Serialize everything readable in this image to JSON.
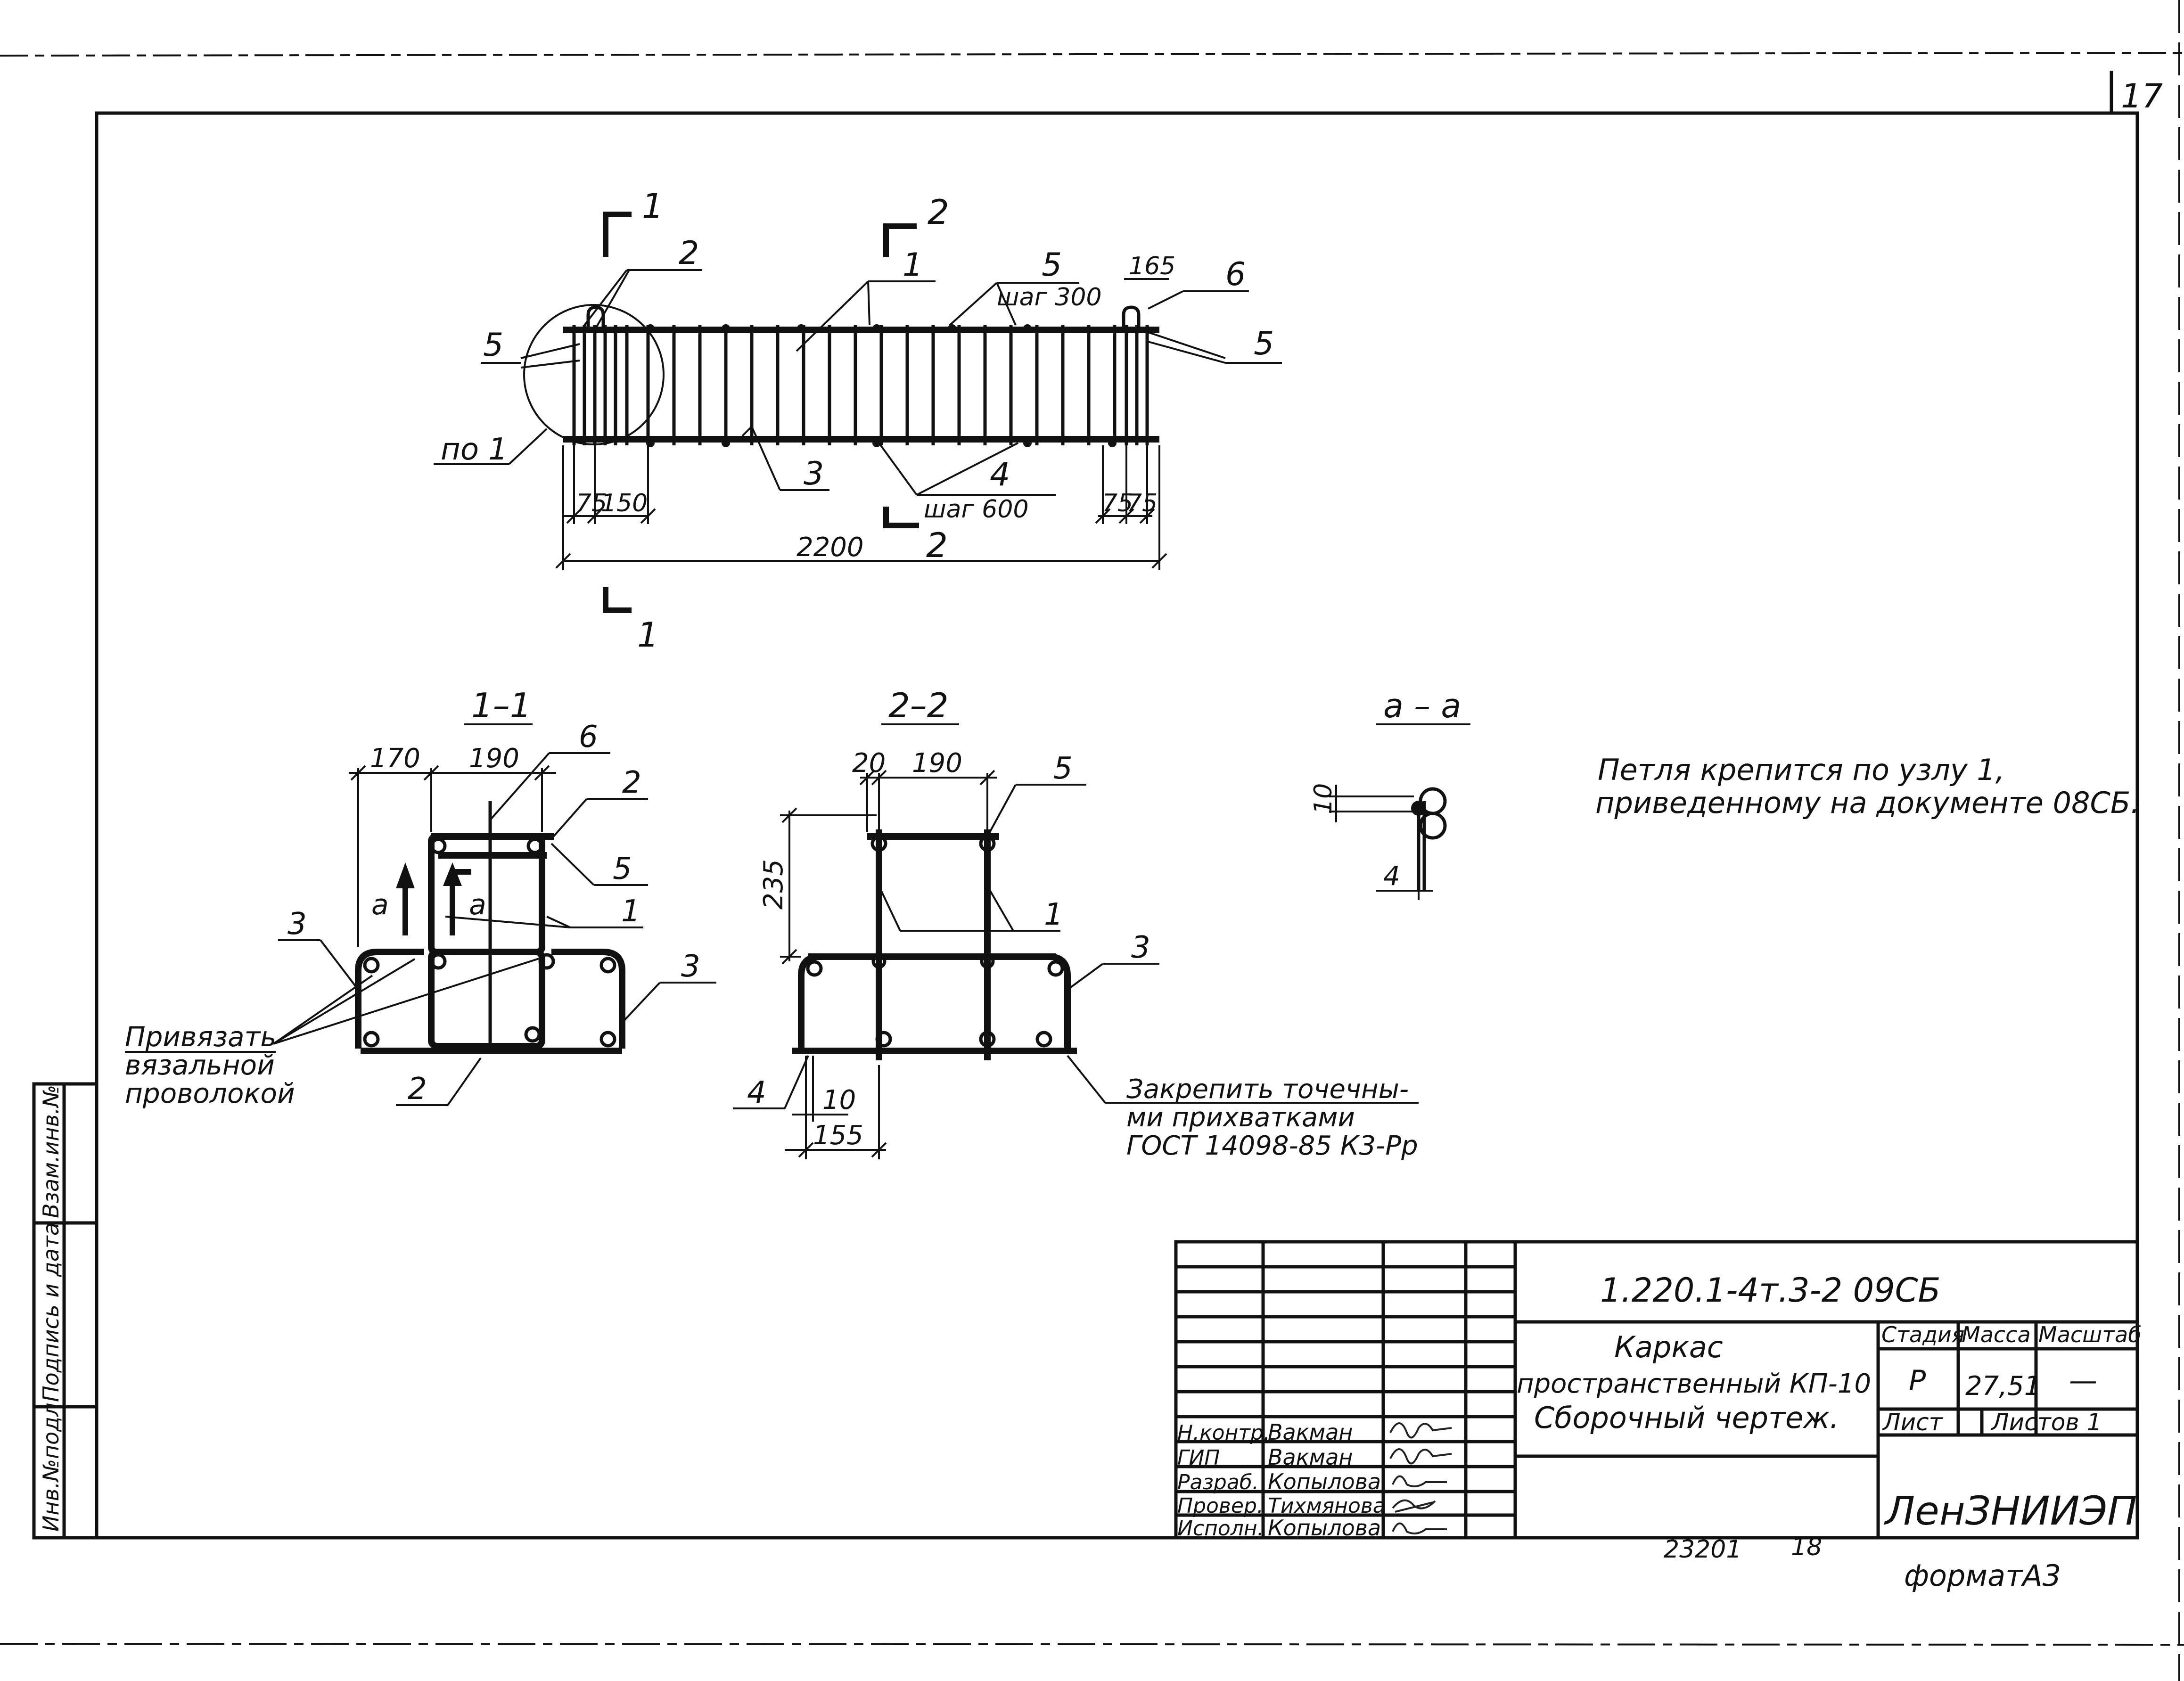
{
  "sheet": {
    "page_number": "17",
    "archive_number": "23201",
    "copy_number": "18",
    "format": "форматА3"
  },
  "plan_view": {
    "section_mark_1": "1",
    "section_mark_2": "2",
    "callout_1": "1",
    "callout_2": "2",
    "callout_3": "3",
    "callout_4": "4",
    "callout_5": "5",
    "callout_6": "6",
    "pitch_top": "шаг 300",
    "pitch_bottom": "шаг 600",
    "node_label": "по 1",
    "dim_165": "165",
    "dim_75": "75",
    "dim_150": "150",
    "dim_75b": "75",
    "dim_75c": "75",
    "dim_total": "2200"
  },
  "section_1_1": {
    "title": "1–1",
    "dim_170": "170",
    "dim_190": "190",
    "callout_6": "6",
    "callout_2": "2",
    "callout_5": "5",
    "callout_1": "1",
    "callout_3_left": "3",
    "callout_3_right": "3",
    "callout_2_bottom": "2",
    "view_mark": "а",
    "note": [
      "Привязать",
      "вязальной",
      "проволокой"
    ]
  },
  "section_2_2": {
    "title": "2–2",
    "dim_20": "20",
    "dim_190": "190",
    "dim_235": "235",
    "dim_10": "10",
    "dim_155": "155",
    "callout_5": "5",
    "callout_1": "1",
    "callout_3": "3",
    "callout_4": "4",
    "note": [
      "Закрепить точечны-",
      "ми прихватками",
      "ГОСТ 14098-85 К3-Рр"
    ]
  },
  "section_a_a": {
    "title": "а – а",
    "dim_10": "10",
    "dim_4": "4"
  },
  "general_note": [
    "Петля крепится по узлу 1,",
    "приведенному на документе 08СБ."
  ],
  "side_stamp": {
    "cells": [
      "Инв.№подл.",
      "Подпись и дата",
      "Взам.инв.№"
    ]
  },
  "title_block": {
    "document_code": "1.220.1-4т.3-2 09СБ",
    "title_lines": [
      "Каркас",
      "пространственный КП-10",
      "Сборочный чертеж."
    ],
    "headers": {
      "stage": "Стадия",
      "mass": "Масса",
      "scale": "Масштаб"
    },
    "stage_value": "Р",
    "mass_value": "27,51",
    "scale_value": "—",
    "sheet_label": "Лист",
    "sheets_label": "Листов 1",
    "organization": "ЛенЗНИИЭП",
    "signatories": [
      {
        "role": "Н.контр.",
        "name": "Вакман"
      },
      {
        "role": "ГИП",
        "name": "Вакман"
      },
      {
        "role": "Разраб.",
        "name": "Копылова"
      },
      {
        "role": "Провер.",
        "name": "Тихмянова"
      },
      {
        "role": "Исполн.",
        "name": "Копылова"
      }
    ]
  }
}
